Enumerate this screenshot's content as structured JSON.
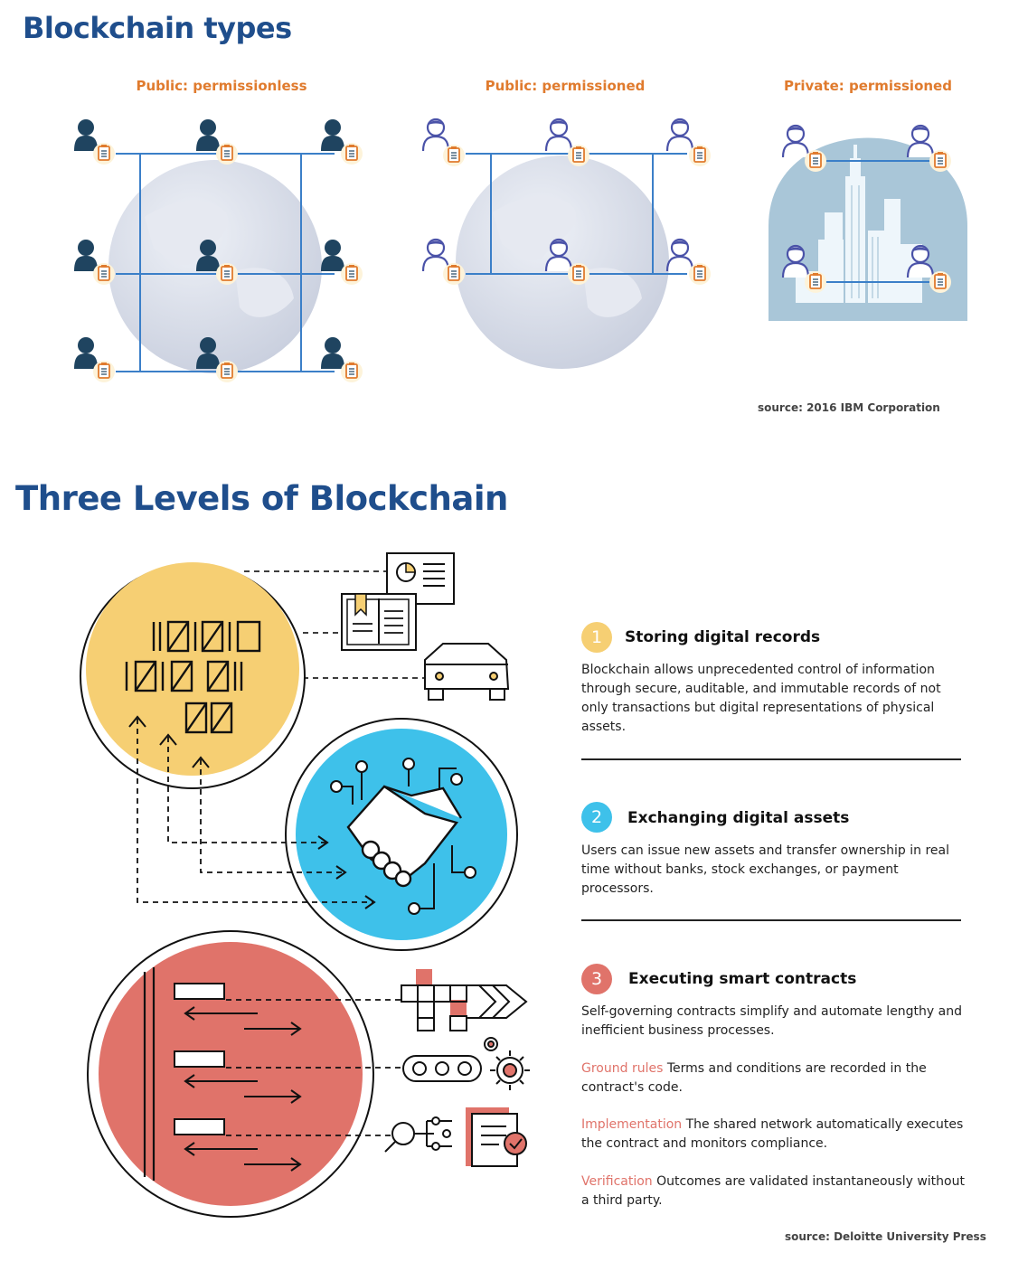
{
  "top": {
    "title": "Blockchain types",
    "columns": [
      {
        "label": "Public: permissionless"
      },
      {
        "label": "Public: permissioned"
      },
      {
        "label": "Private: permissioned"
      }
    ],
    "source": "source: 2016 IBM Corporation"
  },
  "bottom": {
    "title": "Three Levels of Blockchain",
    "levels": [
      {
        "number": "1",
        "title": "Storing digital records",
        "text": "Blockchain allows unprecedented control of information through secure, auditable, and immutable records of not only transactions but digital representations of physical assets.",
        "color": "#f6cf73"
      },
      {
        "number": "2",
        "title": "Exchanging digital assets",
        "text": "Users can issue new assets and transfer ownership in real time without banks, stock exchanges, or payment processors.",
        "color": "#3ec1ea"
      },
      {
        "number": "3",
        "title": "Executing smart contracts",
        "text": "Self-governing contracts simplify and automate lengthy and inefficient business processes.",
        "color": "#e0736a"
      }
    ],
    "details": [
      {
        "label": "Ground rules",
        "text": "Terms and conditions are recorded in the contract's code."
      },
      {
        "label": "Implementation",
        "text": "The shared network automatically executes the contract and monitors compliance."
      },
      {
        "label": "Verification",
        "text": "Outcomes are validated instantaneously without a third party."
      }
    ],
    "source": "source: Deloitte University Press"
  },
  "colors": {
    "heading": "#1f4e8c",
    "orange": "#e07b2e",
    "link": "#3b7fc8",
    "person_dark": "#1f4460",
    "person_outline": "#4a52a8",
    "globe": "#d9dee9",
    "private_bg": "#a9c6d8"
  }
}
